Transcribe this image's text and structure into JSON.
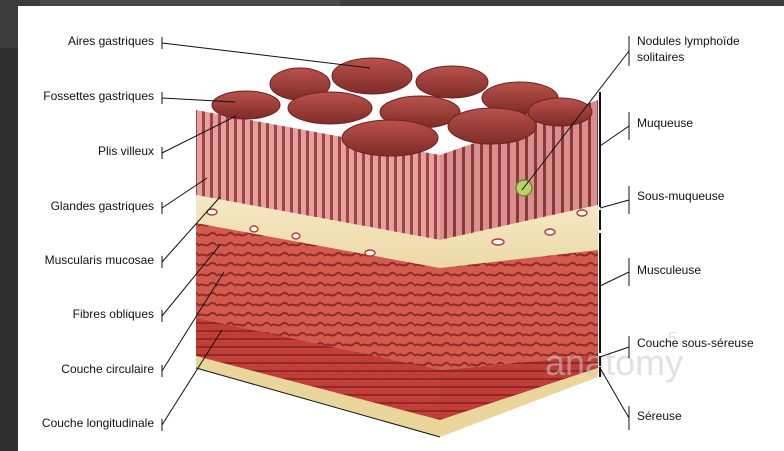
{
  "labels_left": [
    "Aires gastriques",
    "Fossettes gastriques",
    "Plis villeux",
    "Glandes gastriques",
    "Muscularis mucosae",
    "Fibres obliques",
    "Couche circulaire",
    "Couche longitudinale"
  ],
  "labels_right": [
    "Nodules lymphoïde",
    "solitaires",
    "Muqueuse",
    "Sous-muqueuse",
    "Musculeuse",
    "Couche sous-séreuse",
    "Séreuse"
  ],
  "watermark": "anatomy",
  "watermark_mark": "5",
  "colors": {
    "mucosa": "#d98b8b",
    "villi": "#b65858",
    "areas": "#a8453f",
    "submucosa": "#f3e1b5",
    "muscle": "#c6433c",
    "muscle_dark": "#9b2d2a",
    "serosa": "#ead59a",
    "nodule": "#b9d36a"
  }
}
